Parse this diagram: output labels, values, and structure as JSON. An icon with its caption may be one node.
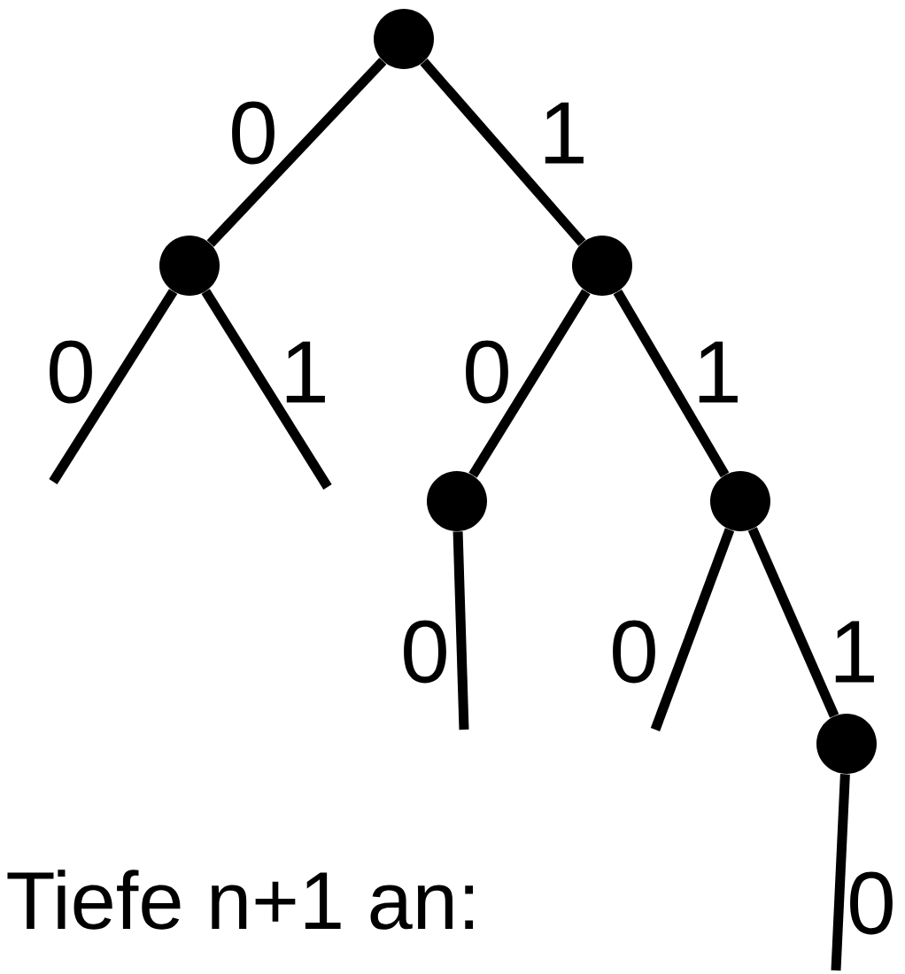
{
  "diagram": {
    "nodes": [
      {
        "text": [],
        "shape": "circle"
      },
      {
        "text": [],
        "shape": "circle"
      },
      {
        "text": [],
        "shape": "circle"
      },
      {
        "text": [],
        "shape": "circle"
      },
      {
        "text": [],
        "shape": "circle"
      },
      {
        "text": [],
        "shape": "circle"
      }
    ],
    "edges": [
      {
        "from": 0,
        "to": 1,
        "arrow": "none",
        "label": "0"
      },
      {
        "from": 0,
        "to": 2,
        "arrow": "none",
        "label": "1"
      },
      {
        "from": 1,
        "to": null,
        "arrow": "none",
        "label": "0"
      },
      {
        "from": 1,
        "to": null,
        "arrow": "none",
        "label": "1"
      },
      {
        "from": 2,
        "to": 3,
        "arrow": "none",
        "label": "0"
      },
      {
        "from": 2,
        "to": 4,
        "arrow": "none",
        "label": "1"
      },
      {
        "from": 3,
        "to": null,
        "arrow": "none",
        "label": "0"
      },
      {
        "from": 4,
        "to": null,
        "arrow": "none",
        "label": "0"
      },
      {
        "from": 4,
        "to": 5,
        "arrow": "none",
        "label": "1"
      },
      {
        "from": 5,
        "to": null,
        "arrow": "none",
        "label": "0"
      }
    ],
    "labels": [
      "Tiefe n+1 an:"
    ]
  }
}
